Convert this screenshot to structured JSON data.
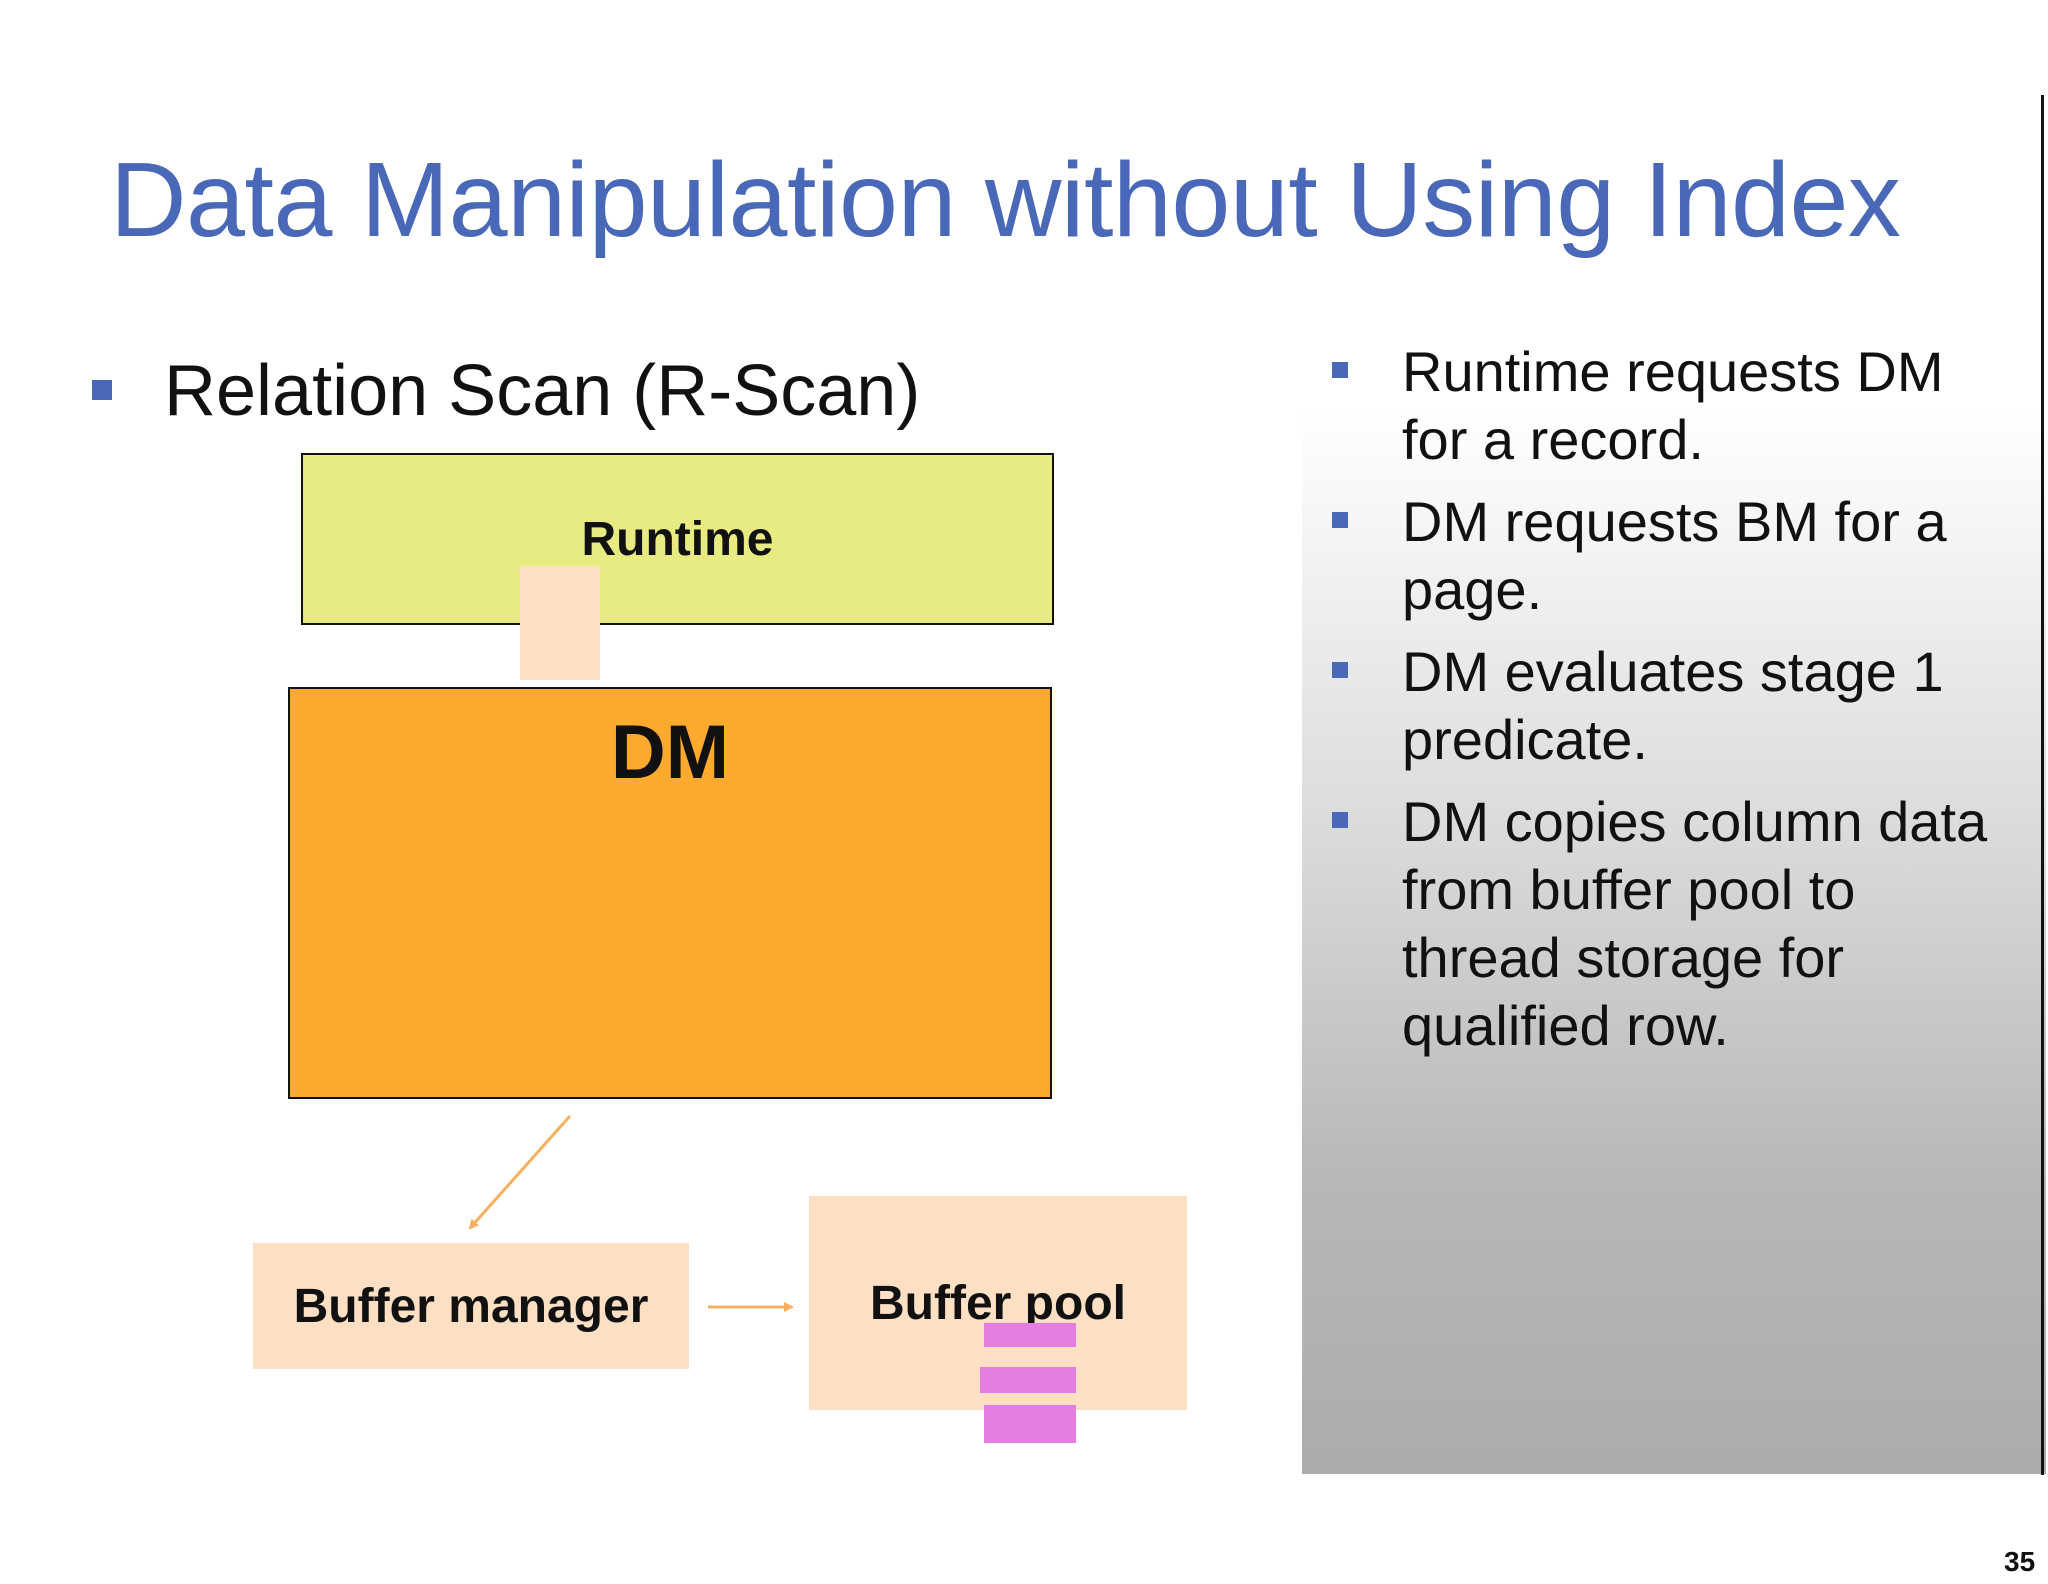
{
  "slide": {
    "title": "Data Manipulation without Using Index",
    "bullet": "Relation Scan (R-Scan)",
    "page_number": "35"
  },
  "diagram": {
    "runtime": "Runtime",
    "dm": "DM",
    "buffer_manager": "Buffer manager",
    "buffer_pool": "Buffer pool"
  },
  "notes": [
    "Runtime requests DM for a record.",
    "DM requests BM for a page.",
    "DM evaluates stage 1 predicate.",
    "DM copies column data from buffer pool to thread storage for qualified row."
  ],
  "colors": {
    "title": "#4a68b8",
    "runtime_fill": "#e8eb82",
    "dm_fill": "#fcaa2e",
    "buffer_fill": "#fde0c4",
    "page_fill": "#e47ee0",
    "arrow": "#f7b15e"
  }
}
